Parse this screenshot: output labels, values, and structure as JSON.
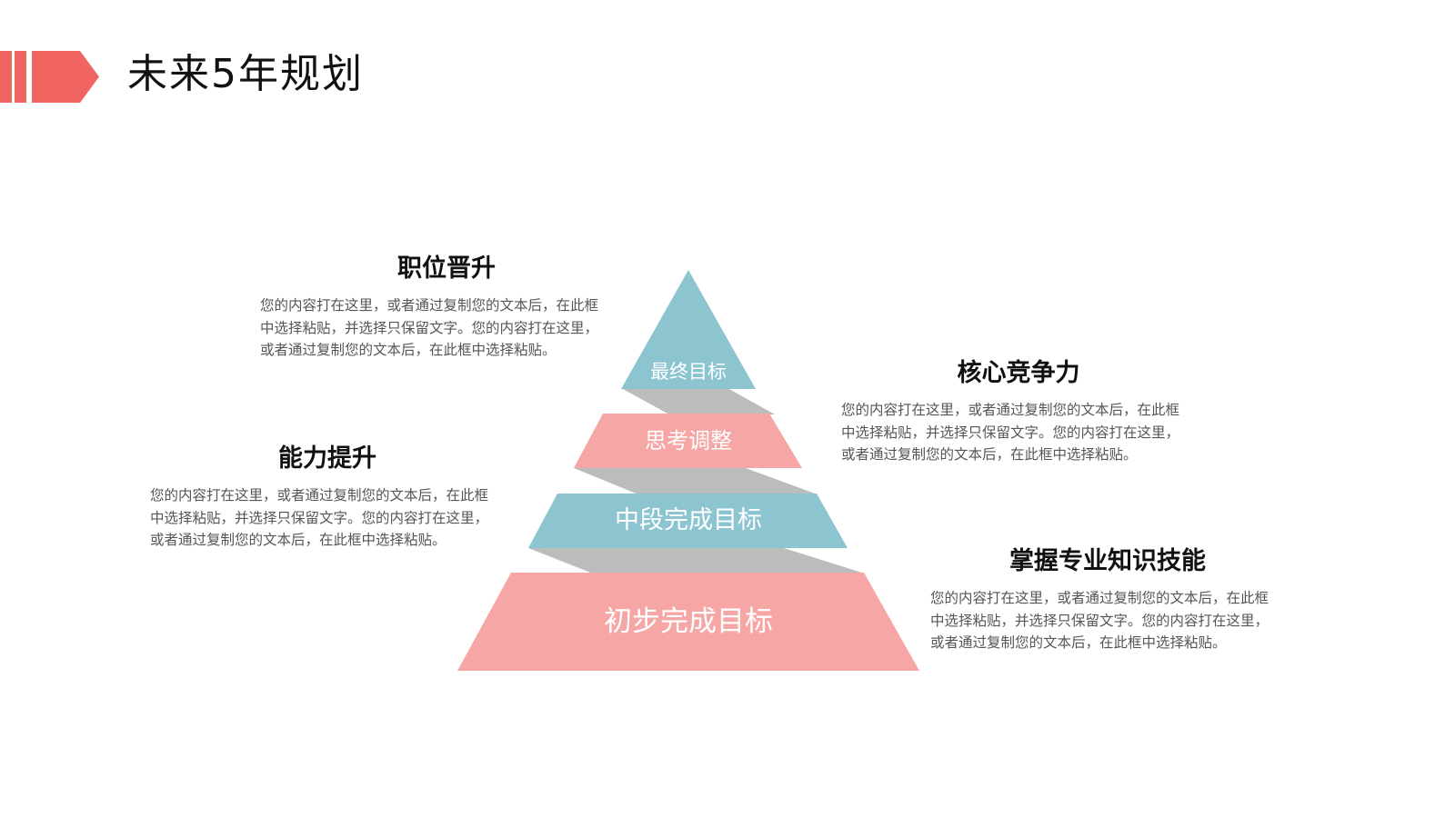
{
  "header": {
    "title": "未来5年规划",
    "accent_color": "#f06462",
    "icon": "arrow-bars-icon"
  },
  "pyramid": {
    "levels": [
      {
        "label": "最终目标",
        "color": "#8cc5d0"
      },
      {
        "label": "思考调整",
        "color": "#f5a6a5"
      },
      {
        "label": "中段完成目标",
        "color": "#8cc5d0"
      },
      {
        "label": "初步完成目标",
        "color": "#f5a6a5"
      }
    ],
    "connector_color": "#bcbcbc"
  },
  "blocks": [
    {
      "title": "职位晋升",
      "desc": "您的内容打在这里，或者通过复制您的文本后，在此框\n中选择粘贴，并选择只保留文字。您的内容打在这里，\n或者通过复制您的文本后，在此框中选择粘贴。"
    },
    {
      "title": "核心竞争力",
      "desc": "您的内容打在这里，或者通过复制您的文本后，在此框\n中选择粘贴，并选择只保留文字。您的内容打在这里，\n或者通过复制您的文本后，在此框中选择粘贴。"
    },
    {
      "title": "能力提升",
      "desc": "您的内容打在这里，或者通过复制您的文本后，在此框\n中选择粘贴，并选择只保留文字。您的内容打在这里，\n或者通过复制您的文本后，在此框中选择粘贴。"
    },
    {
      "title": "掌握专业知识技能",
      "desc": "您的内容打在这里，或者通过复制您的文本后，在此框\n中选择粘贴，并选择只保留文字。您的内容打在这里，\n或者通过复制您的文本后，在此框中选择粘贴。"
    }
  ]
}
